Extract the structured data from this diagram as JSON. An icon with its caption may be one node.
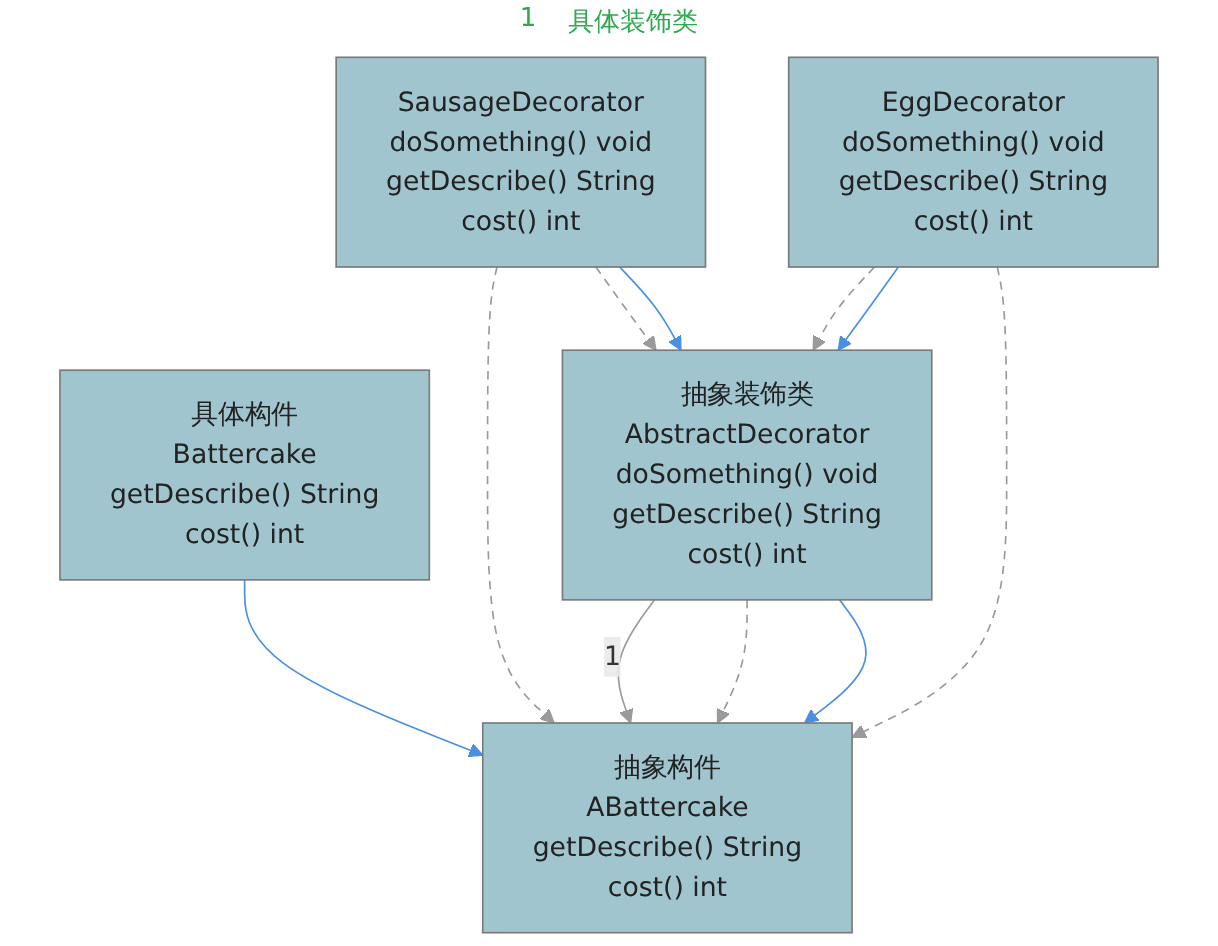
{
  "diagram": {
    "nodes": [
      {
        "text": [
          "抽象构件",
          "ABattercake",
          "getDescribe() String",
          "cost() int"
        ]
      },
      {
        "text": [
          "具体构件",
          "Battercake",
          "getDescribe() String",
          "cost() int"
        ]
      },
      {
        "text": [
          "抽象装饰类",
          "AbstractDecorator",
          "doSomething() void",
          "getDescribe() String",
          "cost() int"
        ]
      },
      {
        "text": [
          "SausageDecorator",
          "doSomething() void",
          "getDescribe() String",
          "cost() int"
        ]
      },
      {
        "text": [
          "EggDecorator",
          "doSomething() void",
          "getDescribe() String",
          "cost() int"
        ]
      }
    ],
    "edges": [
      {
        "from": 1,
        "to": 0,
        "arrow": "to",
        "color": "#4a90e2"
      },
      {
        "from": 3,
        "to": 0,
        "arrow": "to",
        "style": "dashed"
      },
      {
        "from": 2,
        "to": 0,
        "arrow": "to",
        "label": "1"
      },
      {
        "from": 2,
        "to": 0,
        "arrow": "to",
        "style": "dashed"
      },
      {
        "from": 2,
        "to": 0,
        "arrow": "to",
        "color": "#4a90e2"
      },
      {
        "from": 4,
        "to": 0,
        "arrow": "to",
        "style": "dashed"
      },
      {
        "from": 3,
        "to": 2,
        "arrow": "to",
        "style": "dashed"
      },
      {
        "from": 3,
        "to": 2,
        "arrow": "to",
        "color": "#4a90e2"
      },
      {
        "from": 4,
        "to": 2,
        "arrow": "to",
        "style": "dashed"
      },
      {
        "from": 4,
        "to": 2,
        "arrow": "to",
        "color": "#4a90e2"
      }
    ],
    "labels": [
      "1",
      "具体装饰类"
    ]
  }
}
